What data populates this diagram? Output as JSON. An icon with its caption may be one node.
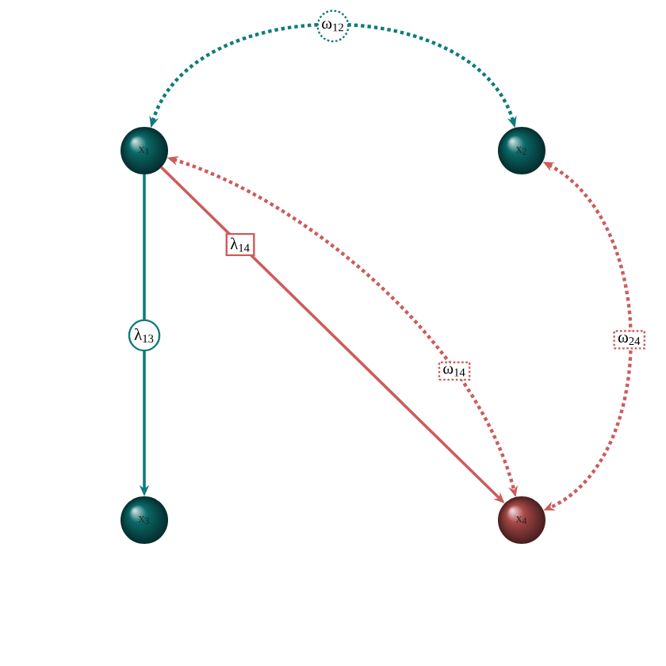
{
  "diagram": {
    "nodes": [
      {
        "text": [
          "x$_{1}$"
        ]
      },
      {
        "text": [
          "x$_{2}$"
        ]
      },
      {
        "text": [
          "x$_{3}$"
        ]
      },
      {
        "text": [
          "x$_{4}$"
        ]
      }
    ],
    "edges": [
      {
        "from": 0,
        "to": 1,
        "arrow": "both",
        "label": "ω$_{12}$",
        "style": "dashed",
        "color": "#0e7c7b"
      },
      {
        "from": 0,
        "to": 2,
        "arrow": "to",
        "label": "λ$_{13}$",
        "color": "#0e7c7b"
      },
      {
        "from": 0,
        "to": 3,
        "arrow": "to",
        "label": "λ$_{14}$",
        "color": "#cd5c5c"
      },
      {
        "from": 0,
        "to": 3,
        "arrow": "both",
        "label": "ω$_{14}$",
        "style": "dashed",
        "color": "#cd5c5c"
      },
      {
        "from": 1,
        "to": 3,
        "arrow": "both",
        "label": "ω$_{24}$",
        "style": "dashed",
        "color": "#cd5c5c"
      }
    ]
  }
}
